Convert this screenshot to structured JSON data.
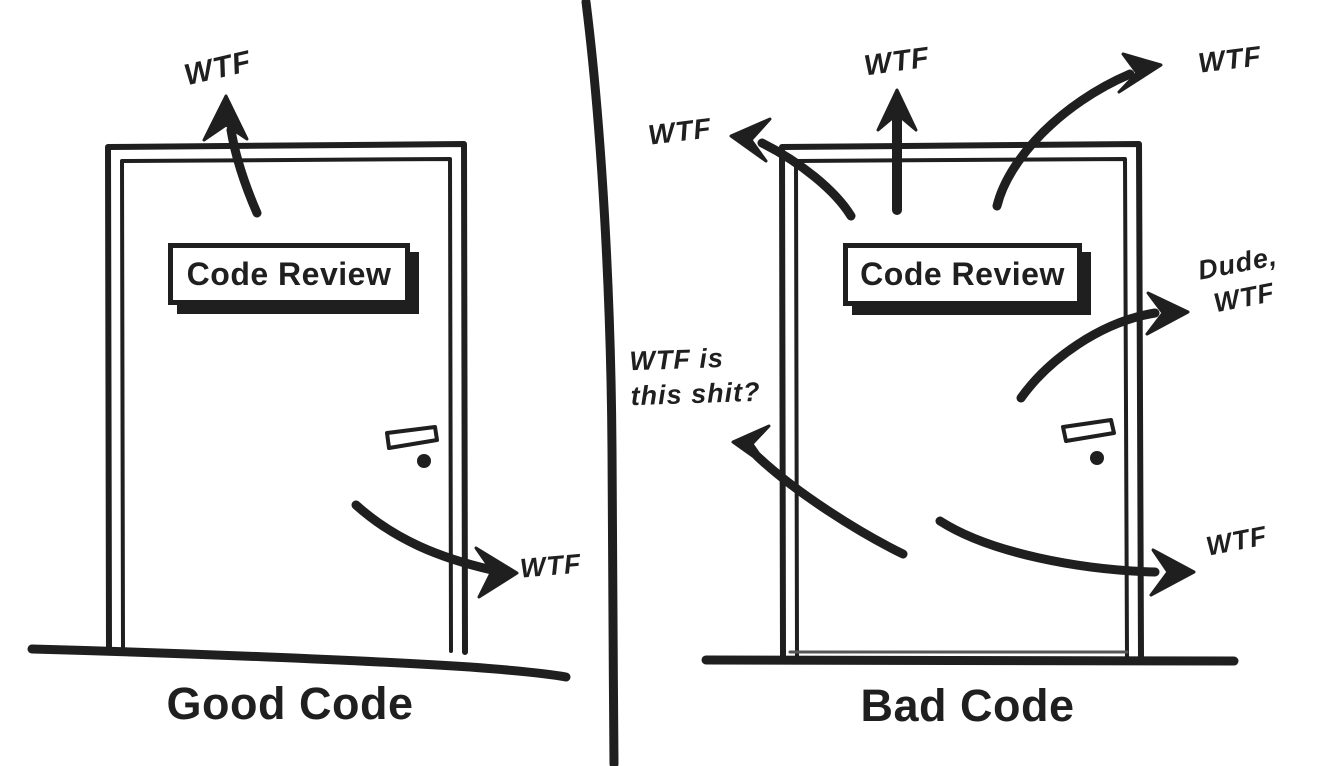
{
  "comic": {
    "good_panel": {
      "caption": "Good Code",
      "door_sign": "Code Review",
      "wtf_top": "WTF",
      "wtf_exit": "WTF"
    },
    "bad_panel": {
      "caption": "Bad Code",
      "door_sign": "Code Review",
      "wtf_left": "WTF",
      "wtf_top": "WTF",
      "wtf_top_right": "WTF",
      "dude_line1": "Dude,",
      "dude_line2": "WTF",
      "shit_line1": "WTF is",
      "shit_line2": "this shit?",
      "wtf_exit": "WTF"
    },
    "colors": {
      "ink": "#1f1f1f",
      "paper": "#ffffff"
    }
  }
}
